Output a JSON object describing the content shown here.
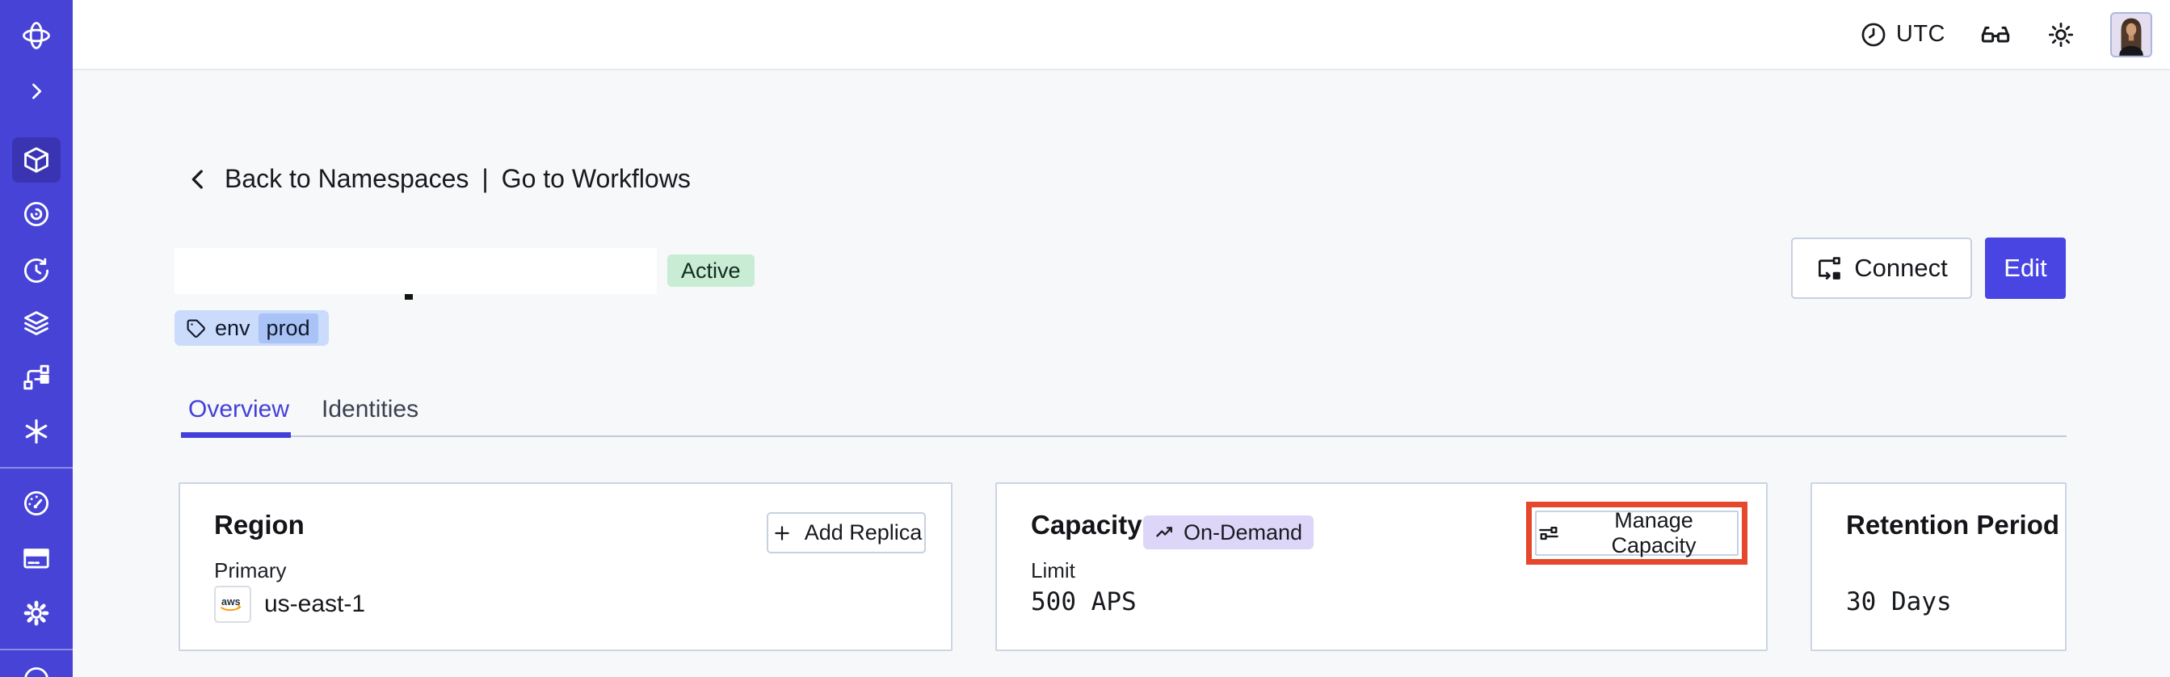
{
  "topbar": {
    "timezone": "UTC",
    "icons": [
      "clock-icon",
      "glasses-icon",
      "sun-icon",
      "avatar"
    ]
  },
  "sidebar": {
    "items": [
      {
        "name": "temporal-logo",
        "icon": "temporal-logo-icon",
        "active": false
      },
      {
        "name": "expand-sidebar",
        "icon": "chevron-right-icon",
        "active": false
      },
      {
        "name": "namespaces",
        "icon": "cube-icon",
        "active": true
      },
      {
        "name": "observe",
        "icon": "swirl-eye-icon",
        "active": false
      },
      {
        "name": "history",
        "icon": "clock-history-icon",
        "active": false
      },
      {
        "name": "stacks",
        "icon": "layers-icon",
        "active": false
      },
      {
        "name": "deployments",
        "icon": "branch-icon",
        "active": false
      },
      {
        "name": "nexus",
        "icon": "asterisk-icon",
        "active": false
      },
      {
        "name": "usage",
        "icon": "gauge-icon",
        "active": false
      },
      {
        "name": "billing",
        "icon": "billing-card-icon",
        "active": false
      },
      {
        "name": "settings",
        "icon": "gear-icon",
        "active": false
      },
      {
        "name": "support",
        "icon": "circle-icon-partial",
        "active": false
      }
    ]
  },
  "breadcrumb": {
    "back_label": "Back to Namespaces",
    "separator": "|",
    "workflows_label": "Go to Workflows"
  },
  "header": {
    "name_redacted": true,
    "status": "Active",
    "tag": {
      "key": "env",
      "value": "prod"
    },
    "connect_label": "Connect",
    "edit_label": "Edit"
  },
  "tabs": [
    {
      "label": "Overview",
      "active": true
    },
    {
      "label": "Identities",
      "active": false
    }
  ],
  "cards": {
    "region": {
      "title": "Region",
      "add_replica_label": "Add Replica",
      "field_label": "Primary",
      "provider": "aws",
      "value": "us-east-1"
    },
    "capacity": {
      "title": "Capacity",
      "badge": "On-Demand",
      "manage_label": "Manage Capacity",
      "field_label": "Limit",
      "value": "500 APS"
    },
    "retention": {
      "title": "Retention Period",
      "value": "30 Days"
    }
  },
  "annotation": {
    "type": "highlight-box",
    "target": "manage-capacity-button",
    "color": "#e5482c"
  },
  "colors": {
    "sidebar_bg": "#4743d6",
    "sidebar_active_bg": "#3a34b2",
    "accent_indigo": "#4845e2",
    "tab_active": "#443fd9",
    "content_bg": "#f7f8fa",
    "card_border": "#ccd5e3",
    "active_badge_bg": "#c9ecd4",
    "tag_bg": "#cadbfc",
    "tag_inner_bg": "#a9c3f6",
    "ondemand_badge_bg": "#ddd6f8",
    "annotation_red": "#e5482c",
    "aws_smile_orange": "#ff9900"
  }
}
